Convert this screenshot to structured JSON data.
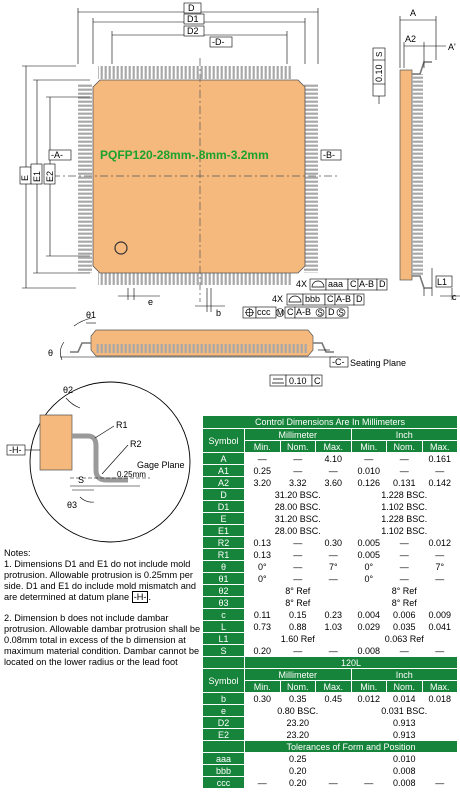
{
  "package_label": "PQFP120-28mm-.8mm-3.2mm",
  "dims": {
    "D": "D",
    "D1": "D1",
    "D2": "D2",
    "Dref": "-D-",
    "E": "E",
    "E1": "E1",
    "E2": "E2",
    "Aref": "-A-",
    "Bref": "-B-",
    "A": "A",
    "A2": "A2",
    "Aprime": "A'",
    "L1": "L1",
    "c": "c",
    "e": "e",
    "b": "b",
    "theta1": "θ1",
    "theta": "θ",
    "theta2": "θ2",
    "theta3": "θ3",
    "R1": "R1",
    "R2": "R2",
    "S": "S",
    "gage": "0.25mm",
    "Href": "-H-",
    "Cref": "-C-"
  },
  "callouts": {
    "seating_plane": "Seating Plane",
    "gage_plane": "Gage Plane",
    "side_tol": "0.10",
    "side_tol_ref": "S",
    "flat_tol": "0.10",
    "flat_tol_ref": "C",
    "fcf1_prefix": "4X",
    "fcf1_cells": [
      "aaa",
      "C",
      "A-B",
      "D"
    ],
    "fcf2_prefix": "4X",
    "fcf2_cells": [
      "bbb",
      "C",
      "A-B",
      "D"
    ],
    "fcf3_cells": [
      "ccc",
      "M",
      "C",
      "A-B",
      "S",
      "D",
      "S"
    ]
  },
  "notes": {
    "heading": "Notes:",
    "note1": "1. Dimensions D1 and E1 do not include mold protrusion. Allowable protrusion is 0.25mm per side. D1 and E1 do include mold mismatch and are determined at datum plane",
    "note1_ref": "-H-",
    "note2": "2. Dimension b does not include dambar protrusion. Allowable dambar protrusion shall be 0.08mm total in excess of the b dimension at maximum material condition. Dambar cannot be located on the lower radius or the lead foot"
  },
  "table": {
    "title": "Control Dimensions Are In Millimeters",
    "col_symbol": "Symbol",
    "col_mm": "Millimeter",
    "col_inch": "Inch",
    "sub": [
      "Min.",
      "Nom.",
      "Max.",
      "Min.",
      "Nom.",
      "Max."
    ],
    "rows1": [
      {
        "s": "A",
        "c": [
          "—",
          "—",
          "4.10",
          "—",
          "—",
          "0.161"
        ]
      },
      {
        "s": "A1",
        "c": [
          "0.25",
          "—",
          "—",
          "0.010",
          "—",
          "—"
        ]
      },
      {
        "s": "A2",
        "c": [
          "3.20",
          "3.32",
          "3.60",
          "0.126",
          "0.131",
          "0.142"
        ]
      },
      {
        "s": "D",
        "mm": "31.20 BSC.",
        "in": "1.228 BSC."
      },
      {
        "s": "D1",
        "mm": "28.00 BSC.",
        "in": "1.102 BSC."
      },
      {
        "s": "E",
        "mm": "31.20 BSC.",
        "in": "1.228 BSC."
      },
      {
        "s": "E1",
        "mm": "28.00 BSC.",
        "in": "1.102 BSC."
      },
      {
        "s": "R2",
        "c": [
          "0.13",
          "—",
          "0.30",
          "0.005",
          "—",
          "0.012"
        ]
      },
      {
        "s": "R1",
        "c": [
          "0.13",
          "—",
          "—",
          "0.005",
          "—",
          "—"
        ]
      },
      {
        "s": "θ",
        "c": [
          "0°",
          "—",
          "7°",
          "0°",
          "—",
          "7°"
        ]
      },
      {
        "s": "θ1",
        "c": [
          "0°",
          "—",
          "—",
          "0°",
          "—",
          "—"
        ]
      },
      {
        "s": "θ2",
        "mm": "8° Ref",
        "in": "8° Ref"
      },
      {
        "s": "θ3",
        "mm": "8° Ref",
        "in": "8° Ref"
      },
      {
        "s": "c",
        "c": [
          "0.11",
          "0.15",
          "0.23",
          "0.004",
          "0.006",
          "0.009"
        ]
      },
      {
        "s": "L",
        "c": [
          "0.73",
          "0.88",
          "1.03",
          "0.029",
          "0.035",
          "0.041"
        ]
      },
      {
        "s": "L1",
        "mm": "1.60 Ref",
        "in": "0.063 Ref"
      },
      {
        "s": "S",
        "c": [
          "0.20",
          "—",
          "—",
          "0.008",
          "—",
          "—"
        ]
      }
    ],
    "lead_count": "120L",
    "rows2": [
      {
        "s": "b",
        "c": [
          "0.30",
          "0.35",
          "0.45",
          "0.012",
          "0.014",
          "0.018"
        ]
      },
      {
        "s": "e",
        "mm": "0.80 BSC.",
        "in": "0.031 BSC."
      },
      {
        "s": "D2",
        "mm": "23.20",
        "in": "0.913"
      },
      {
        "s": "E2",
        "mm": "23.20",
        "in": "0.913"
      }
    ],
    "tol_title": "Tolerances of Form and Position",
    "rows3": [
      {
        "s": "aaa",
        "mm": "0.25",
        "in": "0.010"
      },
      {
        "s": "bbb",
        "mm": "0.20",
        "in": "0.008"
      },
      {
        "s": "ccc",
        "c": [
          "—",
          "0.20",
          "—",
          "—",
          "0.008",
          "—"
        ]
      }
    ]
  },
  "colors": {
    "body": "#f5b97e",
    "lead": "#9a9a9a",
    "label": "#1aa22c",
    "table": "#16843a"
  }
}
